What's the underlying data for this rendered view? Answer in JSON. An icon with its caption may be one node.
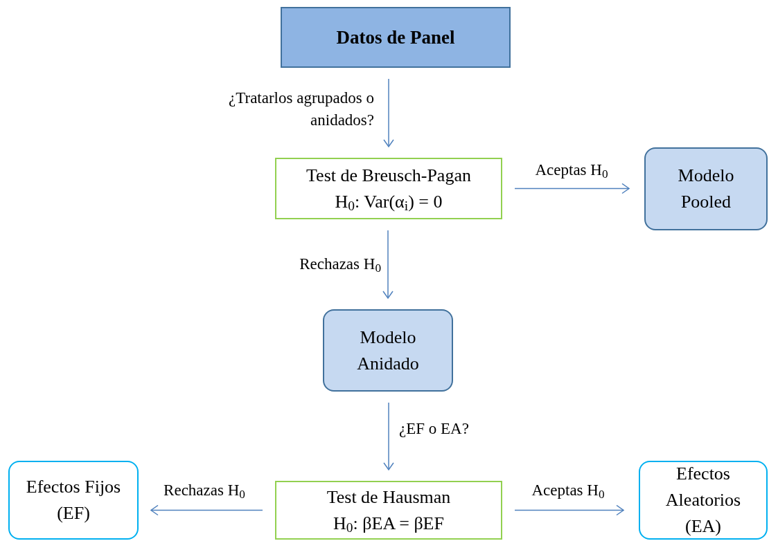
{
  "diagram": {
    "nodes": [
      {
        "text": [
          "Datos de Panel"
        ]
      },
      {
        "text": [
          "Test de Breusch-Pagan",
          "H$_{0}$: Var(α$_{i}$) = 0"
        ]
      },
      {
        "text": [
          "Modelo Pooled"
        ]
      },
      {
        "text": [
          "Modelo Anidado"
        ]
      },
      {
        "text": [
          "Efectos Fijos (EF)"
        ]
      },
      {
        "text": [
          "Test de Hausman",
          "H$_{0}$: βEA = βEF"
        ]
      },
      {
        "text": [
          "Efectos Aleatorios (EA)"
        ]
      }
    ],
    "edges": [
      {
        "from": 0,
        "to": 1,
        "arrow": "to",
        "label": "¿Tratarlos agrupados o anidados?"
      },
      {
        "from": 1,
        "to": 2,
        "arrow": "to",
        "label": "Aceptas H$_{0}$"
      },
      {
        "from": 1,
        "to": 3,
        "arrow": "to",
        "label": "Rechazas H$_{0}$"
      },
      {
        "from": 3,
        "to": 5,
        "arrow": "to",
        "label": "¿EF o EA?"
      },
      {
        "from": 5,
        "to": 4,
        "arrow": "to",
        "label": "Rechazas H$_{0}$"
      },
      {
        "from": 5,
        "to": 6,
        "arrow": "to",
        "label": "Aceptas H$_{0}$"
      }
    ]
  }
}
